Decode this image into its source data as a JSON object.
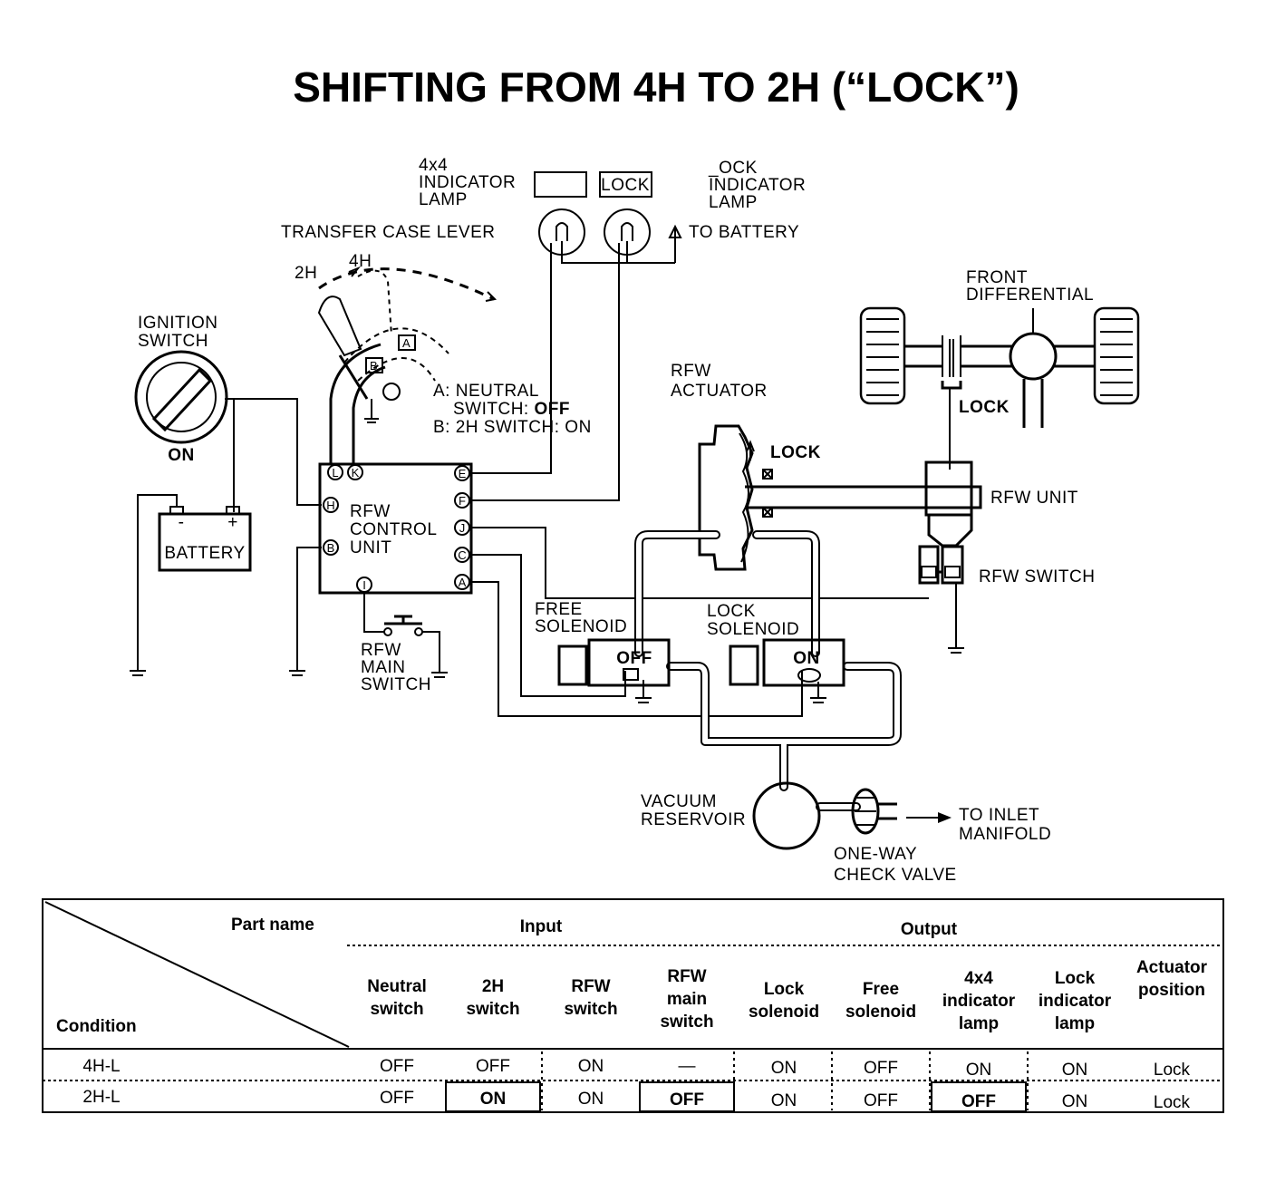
{
  "title": "SHIFTING FROM 4H TO 2H (“LOCK”)",
  "labels": {
    "indicator_4x4": [
      "4x4",
      "INDICATOR",
      "LAMP"
    ],
    "lock_lamp_text": "LOCK",
    "lock_indicator": [
      "_OCK",
      "INDICATOR",
      "LAMP"
    ],
    "transfer_case_lever": "TRANSFER CASE LEVER",
    "to_battery": "TO BATTERY",
    "pos_2h": "2H",
    "pos_4h": "4H",
    "ignition_switch": [
      "IGNITION",
      "SWITCH"
    ],
    "ignition_on": "ON",
    "battery": "BATTERY",
    "note_a_1": "A: NEUTRAL",
    "note_a_2": "SWITCH: ",
    "note_a_off": "OFF",
    "note_b": "B: 2H SWITCH: ON",
    "switch_a": "A",
    "switch_b": "B",
    "rfw_control_unit": [
      "RFW",
      "CONTROL",
      "UNIT"
    ],
    "rfw_main_switch": [
      "RFW",
      "MAIN",
      "SWITCH"
    ],
    "rfw_actuator": [
      "RFW",
      "ACTUATOR"
    ],
    "actuator_lock": "LOCK",
    "front_differential": [
      "FRONT",
      "DIFFERENTIAL"
    ],
    "diff_lock": "LOCK",
    "rfw_unit": "RFW UNIT",
    "rfw_switch": "RFW SWITCH",
    "free_solenoid": [
      "FREE",
      "SOLENOID"
    ],
    "lock_solenoid": [
      "LOCK",
      "SOLENOID"
    ],
    "free_state": "OFF",
    "lock_state": "ON",
    "vacuum_reservoir": [
      "VACUUM",
      "RESERVOIR"
    ],
    "to_inlet_manifold": [
      "TO INLET",
      "MANIFOLD"
    ],
    "check_valve": [
      "ONE-WAY",
      "CHECK VALVE"
    ]
  },
  "terminals": {
    "L": "L",
    "K": "K",
    "E": "E",
    "F": "F",
    "J": "J",
    "C": "C",
    "A": "A",
    "H": "H",
    "B": "B",
    "I": "I"
  },
  "table": {
    "part_name": "Part name",
    "condition": "Condition",
    "input": "Input",
    "output": "Output",
    "columns": [
      [
        "Neutral",
        "switch"
      ],
      [
        "2H",
        "switch"
      ],
      [
        "RFW",
        "switch"
      ],
      [
        "RFW",
        "main",
        "switch"
      ],
      [
        "Lock",
        "solenoid"
      ],
      [
        "Free",
        "solenoid"
      ],
      [
        "4x4",
        "indicator",
        "lamp"
      ],
      [
        "Lock",
        "indicator",
        "lamp"
      ],
      [
        "Actuator",
        "position"
      ]
    ],
    "rows": [
      {
        "condition": "4H-L",
        "values": [
          "OFF",
          "OFF",
          "ON",
          "—",
          "ON",
          "OFF",
          "ON",
          "ON",
          "Lock"
        ]
      },
      {
        "condition": "2H-L",
        "values": [
          "OFF",
          "ON",
          "ON",
          "OFF",
          "ON",
          "OFF",
          "OFF",
          "ON",
          "Lock"
        ]
      }
    ]
  }
}
